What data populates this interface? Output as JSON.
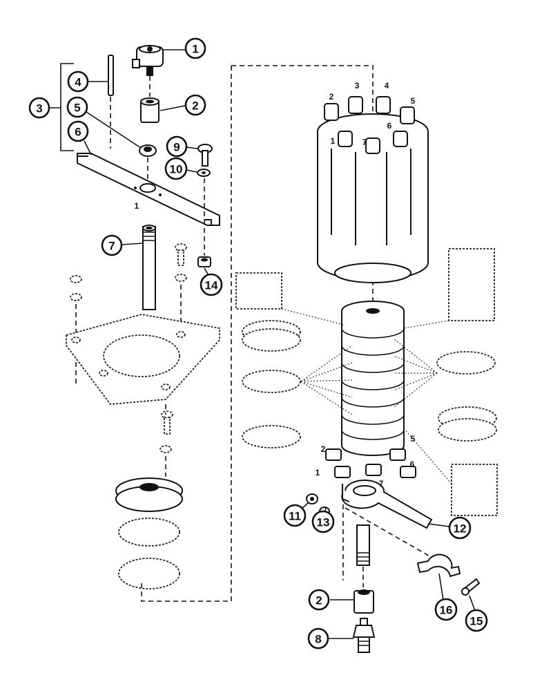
{
  "callouts": [
    {
      "id": "c1",
      "label": "1"
    },
    {
      "id": "c2a",
      "label": "2"
    },
    {
      "id": "c3",
      "label": "3"
    },
    {
      "id": "c4",
      "label": "4"
    },
    {
      "id": "c5",
      "label": "5"
    },
    {
      "id": "c6",
      "label": "6"
    },
    {
      "id": "c7",
      "label": "7"
    },
    {
      "id": "c9",
      "label": "9"
    },
    {
      "id": "c10",
      "label": "10"
    },
    {
      "id": "c14",
      "label": "14"
    },
    {
      "id": "c11",
      "label": "11"
    },
    {
      "id": "c13",
      "label": "13"
    },
    {
      "id": "c12",
      "label": "12"
    },
    {
      "id": "c2b",
      "label": "2"
    },
    {
      "id": "c16",
      "label": "16"
    },
    {
      "id": "c15",
      "label": "15"
    },
    {
      "id": "c8",
      "label": "8"
    }
  ],
  "port_labels": {
    "top": [
      "2",
      "3",
      "4",
      "5",
      "1",
      "7",
      "6"
    ],
    "base": [
      "2",
      "5",
      "1",
      "7",
      "6"
    ]
  },
  "sub_labels": [
    "1"
  ]
}
